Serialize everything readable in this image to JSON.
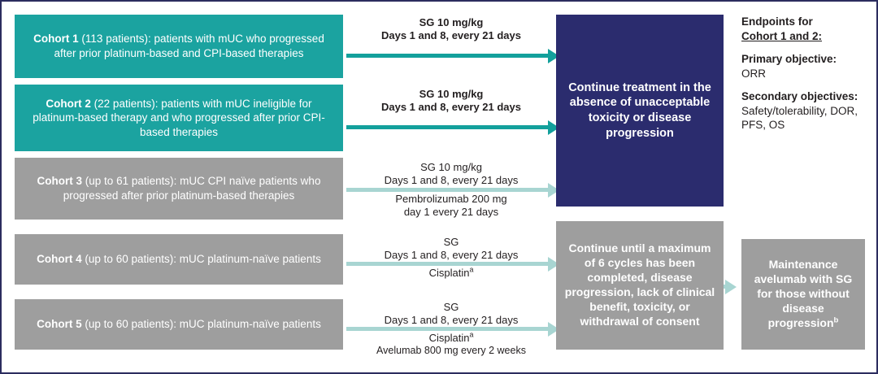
{
  "figure": {
    "border_color": "#2b2c5e",
    "teal": "#1ba3a0",
    "gray": "#9e9e9e",
    "navy": "#2b2c6e",
    "arrow_dark": "#13a09c",
    "arrow_light": "#a8d5d2"
  },
  "cohorts": [
    {
      "id": "cohort-1",
      "label": "Cohort 1",
      "count": " (113 patients): ",
      "description": "patients with mUC who progressed after prior platinum-based and CPI-based therapies",
      "color": "teal"
    },
    {
      "id": "cohort-2",
      "label": "Cohort 2",
      "count": " (22 patients): ",
      "description": "patients with mUC ineligible for platinum-based therapy and who progressed after prior CPI-based therapies",
      "color": "teal"
    },
    {
      "id": "cohort-3",
      "label": "Cohort 3",
      "count": " (up to 61 patients): ",
      "description": "mUC CPI naïve patients who progressed after prior platinum-based therapies",
      "color": "gray"
    },
    {
      "id": "cohort-4",
      "label": "Cohort 4",
      "count": " (up to 60 patients): ",
      "description": "mUC platinum-naïve patients",
      "color": "gray"
    },
    {
      "id": "cohort-5",
      "label": "Cohort 5",
      "count": " (up to 60 patients): ",
      "description": "mUC platinum-naïve patients",
      "color": "gray"
    }
  ],
  "regimens": {
    "r1": {
      "line1": "SG 10 mg/kg",
      "line2": "Days 1 and 8, every 21 days"
    },
    "r2": {
      "line1": "SG 10 mg/kg",
      "line2": "Days 1 and 8, every 21 days"
    },
    "r3a": {
      "line1": "SG 10 mg/kg",
      "line2": "Days 1 and 8, every 21 days"
    },
    "r3b": {
      "line1": "Pembrolizumab 200 mg",
      "line2": "day 1 every 21 days"
    },
    "r4a": {
      "line1": "SG",
      "line2": "Days 1 and 8, every 21 days"
    },
    "r4b": {
      "line1": "Cisplatin",
      "sup": "a",
      "line2": ""
    },
    "r5a": {
      "line1": "SG",
      "line2": "Days 1 and 8, every 21 days"
    },
    "r5b": {
      "line1": "Cisplatin",
      "sup": "a",
      "line2": "Avelumab 800 mg every 2 weeks"
    }
  },
  "outcomes": {
    "navy": "Continue treatment in the absence of unacceptable toxicity or disease progression",
    "gray": "Continue until a maximum of 6 cycles has been completed, disease progression, lack of clinical benefit, toxicity, or withdrawal of consent",
    "maintenance": "Maintenance avelumab with SG for those without disease progression",
    "maintenance_sup": "b"
  },
  "endpoints": {
    "heading": "Endpoints for",
    "subheading": "Cohort 1 and 2:",
    "primary_label": "Primary objective:",
    "primary_value": "ORR",
    "secondary_label": "Secondary objectives:",
    "secondary_value": "Safety/tolerability, DOR, PFS, OS"
  }
}
